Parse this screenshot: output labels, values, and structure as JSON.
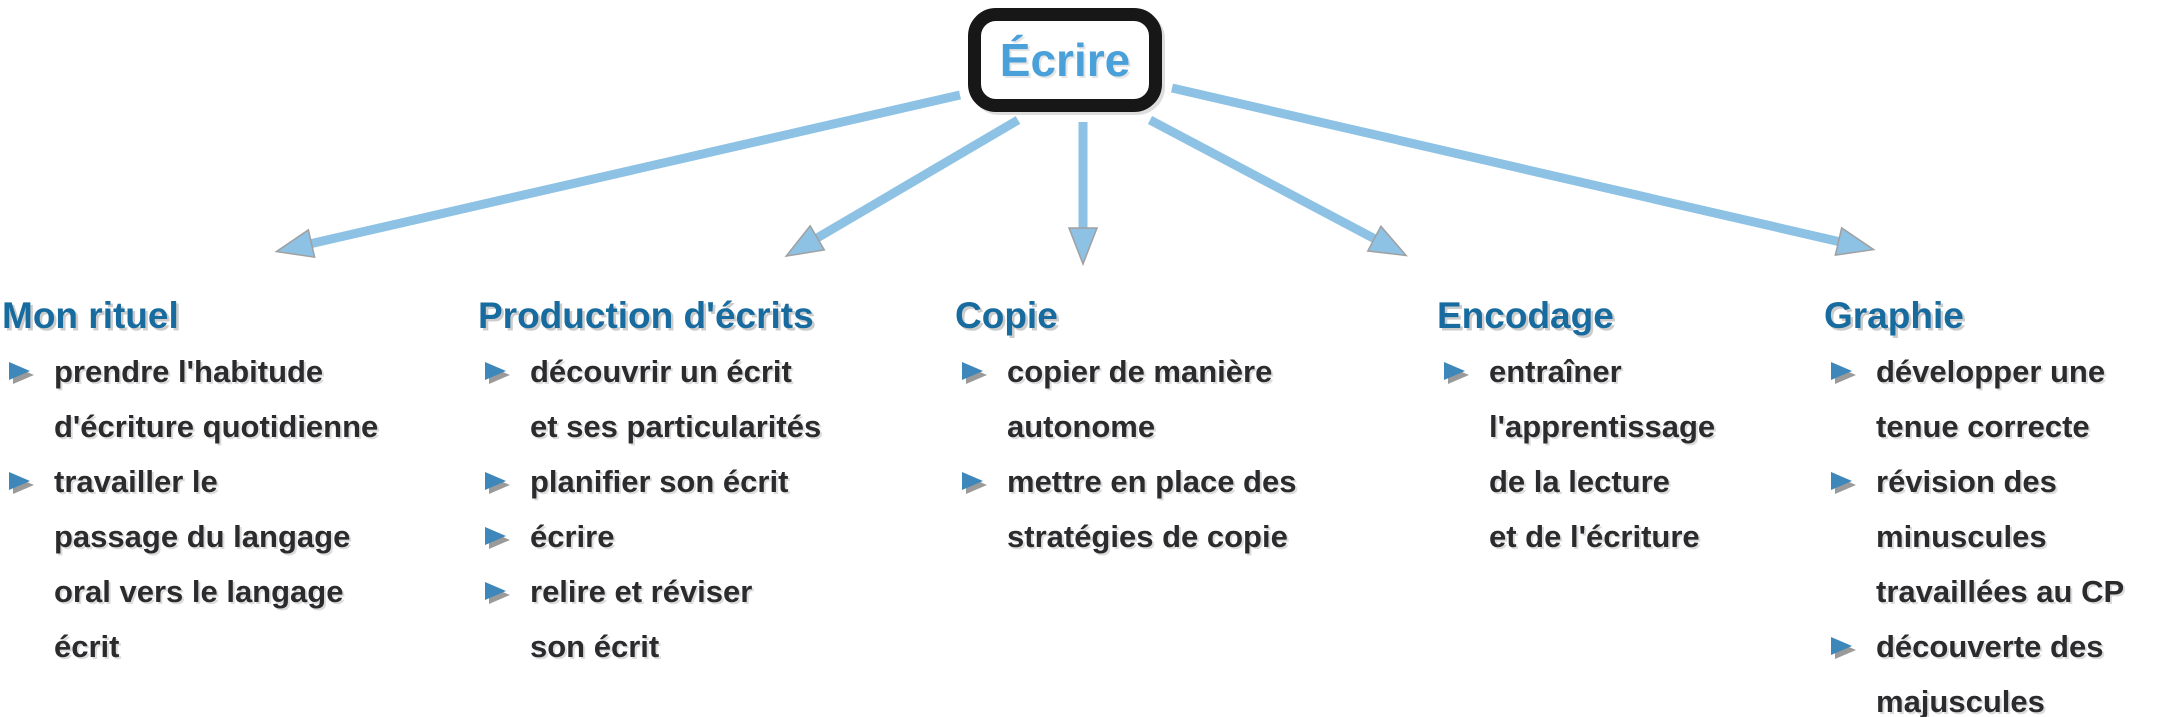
{
  "page": {
    "background": "#ffffff",
    "type": "mind-map"
  },
  "colors": {
    "node_text": "#4aa0d8",
    "node_border": "#171717",
    "branch_title": "#186b9e",
    "body_text": "#2b2b2e",
    "arrow": "#87bfe3",
    "bullet": "#3d87ba",
    "bullet_shadow": "#9a9a9a"
  },
  "node": {
    "label": "Écrire"
  },
  "branches": [
    {
      "title": "Mon rituel",
      "items": [
        {
          "lines": [
            "prendre l'habitude",
            "d'écriture quotidienne"
          ]
        },
        {
          "lines": [
            "travailler le",
            "passage du langage",
            "oral vers le langage",
            "écrit"
          ]
        }
      ]
    },
    {
      "title": "Production d'écrits",
      "items": [
        {
          "lines": [
            "découvrir un écrit",
            "et ses particularités"
          ]
        },
        {
          "lines": [
            "planifier son écrit"
          ]
        },
        {
          "lines": [
            "écrire"
          ]
        },
        {
          "lines": [
            "relire et réviser",
            "son écrit"
          ]
        }
      ]
    },
    {
      "title": "Copie",
      "items": [
        {
          "lines": [
            "copier de manière",
            "autonome"
          ]
        },
        {
          "lines": [
            "mettre en place des",
            "stratégies de copie"
          ]
        }
      ]
    },
    {
      "title": "Encodage",
      "items": [
        {
          "lines": [
            "entraîner",
            "l'apprentissage",
            "de la lecture",
            "et de l'écriture"
          ]
        }
      ]
    },
    {
      "title": "Graphie",
      "items": [
        {
          "lines": [
            "développer une",
            "tenue correcte"
          ]
        },
        {
          "lines": [
            "révision des",
            "minuscules",
            "travaillées au CP"
          ]
        },
        {
          "lines": [
            "découverte des",
            "majuscules"
          ]
        }
      ]
    }
  ]
}
